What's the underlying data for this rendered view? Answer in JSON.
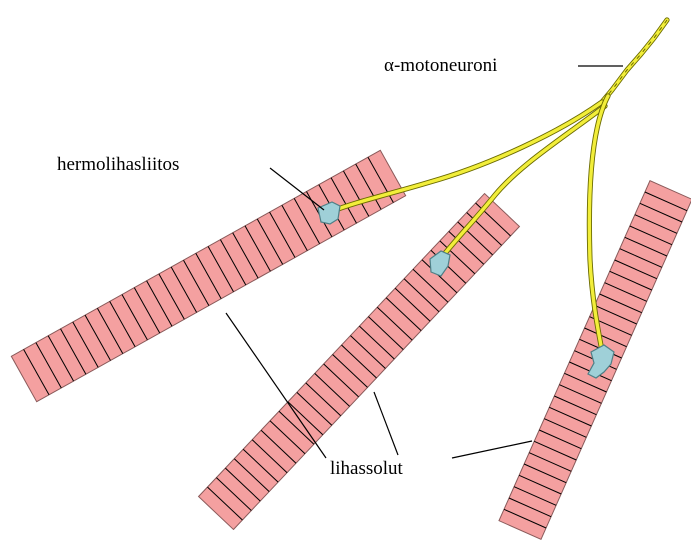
{
  "labels": {
    "motoneuron": "α-motoneuroni",
    "junction": "hermolihasliitos",
    "fibers": "lihassolut"
  },
  "colors": {
    "fiber_fill": "#f4a0a0",
    "nerve": "#f2ee3a",
    "junction_fill": "#9fd0d8"
  },
  "counts": {
    "fibers": 3,
    "neuromuscular_junctions": 3
  }
}
